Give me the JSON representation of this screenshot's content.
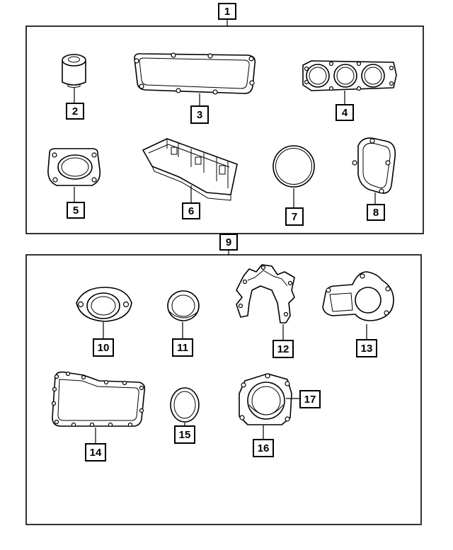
{
  "groups": [
    {
      "label": "1",
      "items": [
        "2",
        "3",
        "4",
        "5",
        "6",
        "7",
        "8"
      ]
    },
    {
      "label": "9",
      "items": [
        "10",
        "11",
        "12",
        "13",
        "14",
        "15",
        "16",
        "17"
      ]
    }
  ],
  "callouts": {
    "c1": "1",
    "c2": "2",
    "c3": "3",
    "c4": "4",
    "c5": "5",
    "c6": "6",
    "c7": "7",
    "c8": "8",
    "c9": "9",
    "c10": "10",
    "c11": "11",
    "c12": "12",
    "c13": "13",
    "c14": "14",
    "c15": "15",
    "c16": "16",
    "c17": "17"
  },
  "colors": {
    "line": "#000000",
    "background": "#ffffff"
  }
}
